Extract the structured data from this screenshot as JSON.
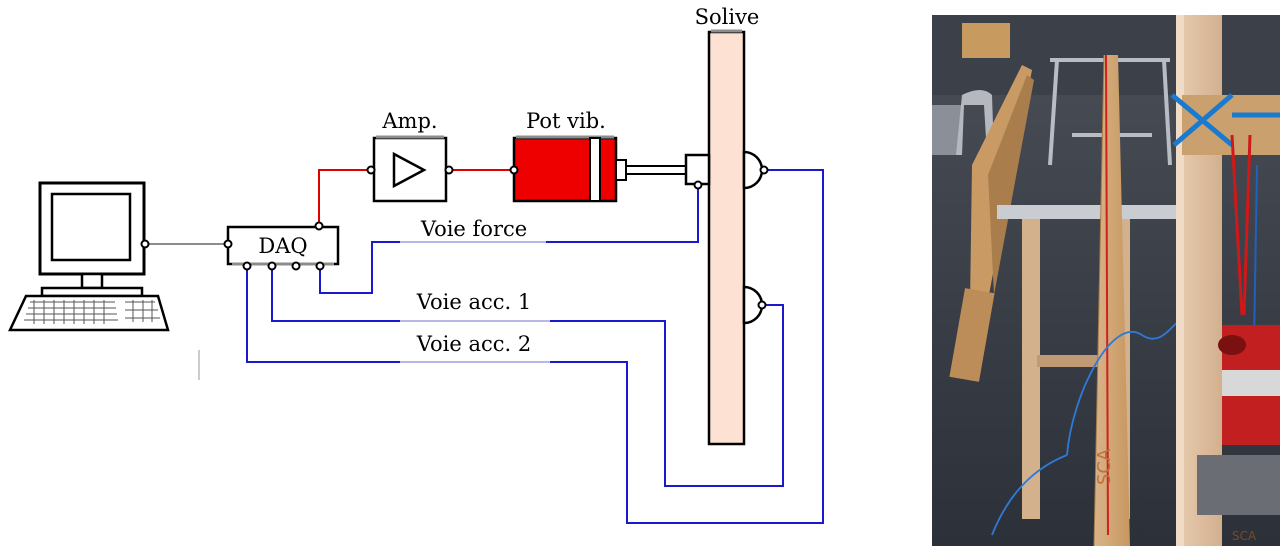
{
  "labels": {
    "solive": "Solive",
    "amp": "Amp.",
    "pot_vib": "Pot vib.",
    "daq": "DAQ",
    "voie_force": "Voie force",
    "voie_acc1": "Voie acc. 1",
    "voie_acc2": "Voie acc. 2"
  },
  "photo_labels": {
    "beam_marking_1": "SCA",
    "beam_marking_2": "SCA"
  },
  "colors": {
    "signal_red": "#e00000",
    "channel_blue": "#1a1acc",
    "link_gray": "#8c8c8c",
    "joist_fill": "#fde2d3",
    "shaker_red": "#ee0000"
  }
}
